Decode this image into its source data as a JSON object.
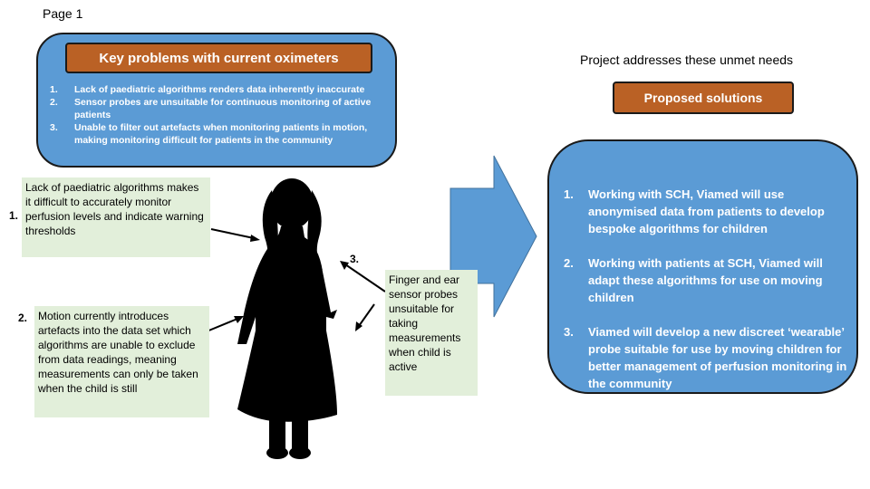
{
  "page_label": "Page 1",
  "problems": {
    "title": "Key problems with current oximeters",
    "items": [
      {
        "num": "1.",
        "text": "Lack of paediatric algorithms renders data inherently inaccurate"
      },
      {
        "num": "2.",
        "text": "Sensor probes are unsuitable for continuous monitoring of active patients"
      },
      {
        "num": "3.",
        "text": "Unable to filter out artefacts when monitoring patients in motion, making monitoring difficult for patients in the community"
      }
    ]
  },
  "callouts": [
    {
      "num": "1.",
      "text": "Lack of paediatric algorithms makes it difficult to accurately monitor perfusion levels and indicate warning thresholds"
    },
    {
      "num": "2.",
      "text": "Motion currently introduces artefacts into the data set which algorithms are unable to exclude from data readings, meaning measurements can only be taken when the child is still"
    },
    {
      "num": "3.",
      "text": "Finger and ear sensor probes unsuitable for taking measurements when child is active"
    }
  ],
  "solutions": {
    "heading": "Project addresses these unmet needs",
    "title": "Proposed solutions",
    "items": [
      {
        "num": "1.",
        "text": "Working with SCH, Viamed will use anonymised data from patients to develop bespoke algorithms for children"
      },
      {
        "num": "2.",
        "text": "Working with patients at SCH, Viamed will adapt these algorithms for use on moving children"
      },
      {
        "num": "3.",
        "text": "Viamed will develop a new discreet ‘wearable’  probe suitable for use by moving children for better management of perfusion monitoring in the community"
      }
    ]
  },
  "colors": {
    "blue": "#5B9BD5",
    "orange": "#BA6125",
    "green": "#E2EFDA"
  }
}
